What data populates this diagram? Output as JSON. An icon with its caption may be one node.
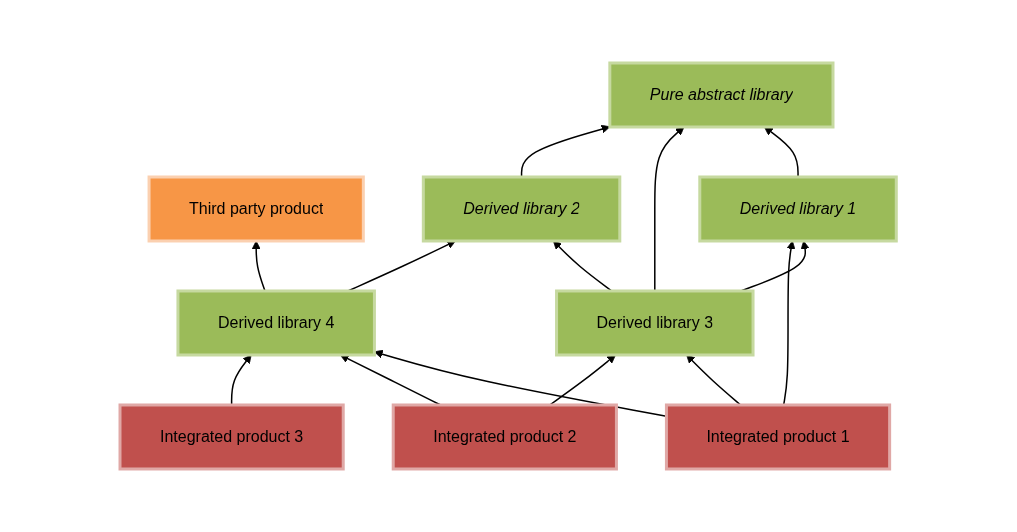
{
  "diagram": {
    "nodes": [
      {
        "text": [
          "Pure abstract library"
        ]
      },
      {
        "text": [
          "Third party product"
        ]
      },
      {
        "text": [
          "Derived library 1"
        ]
      },
      {
        "text": [
          "Derived library 2"
        ]
      },
      {
        "text": [
          "Derived library 3"
        ]
      },
      {
        "text": [
          "Derived library 4"
        ]
      },
      {
        "text": [
          "Integrated product 1"
        ]
      },
      {
        "text": [
          "Integrated product 2"
        ]
      },
      {
        "text": [
          "Integrated product 3"
        ]
      }
    ],
    "edges": [
      {
        "from": 2,
        "to": 0,
        "arrow": "to"
      },
      {
        "from": 4,
        "to": 0,
        "arrow": "to"
      },
      {
        "from": 3,
        "to": 0,
        "arrow": "to"
      },
      {
        "from": 5,
        "to": 1,
        "arrow": "to"
      },
      {
        "from": 4,
        "to": 2,
        "arrow": "to"
      },
      {
        "from": 4,
        "to": 3,
        "arrow": "to"
      },
      {
        "from": 5,
        "to": 3,
        "arrow": "to"
      },
      {
        "from": 6,
        "to": 2,
        "arrow": "to"
      },
      {
        "from": 6,
        "to": 4,
        "arrow": "to"
      },
      {
        "from": 6,
        "to": 5,
        "arrow": "to"
      },
      {
        "from": 7,
        "to": 4,
        "arrow": "to"
      },
      {
        "from": 7,
        "to": 5,
        "arrow": "to"
      },
      {
        "from": 8,
        "to": 5,
        "arrow": "to"
      }
    ]
  }
}
